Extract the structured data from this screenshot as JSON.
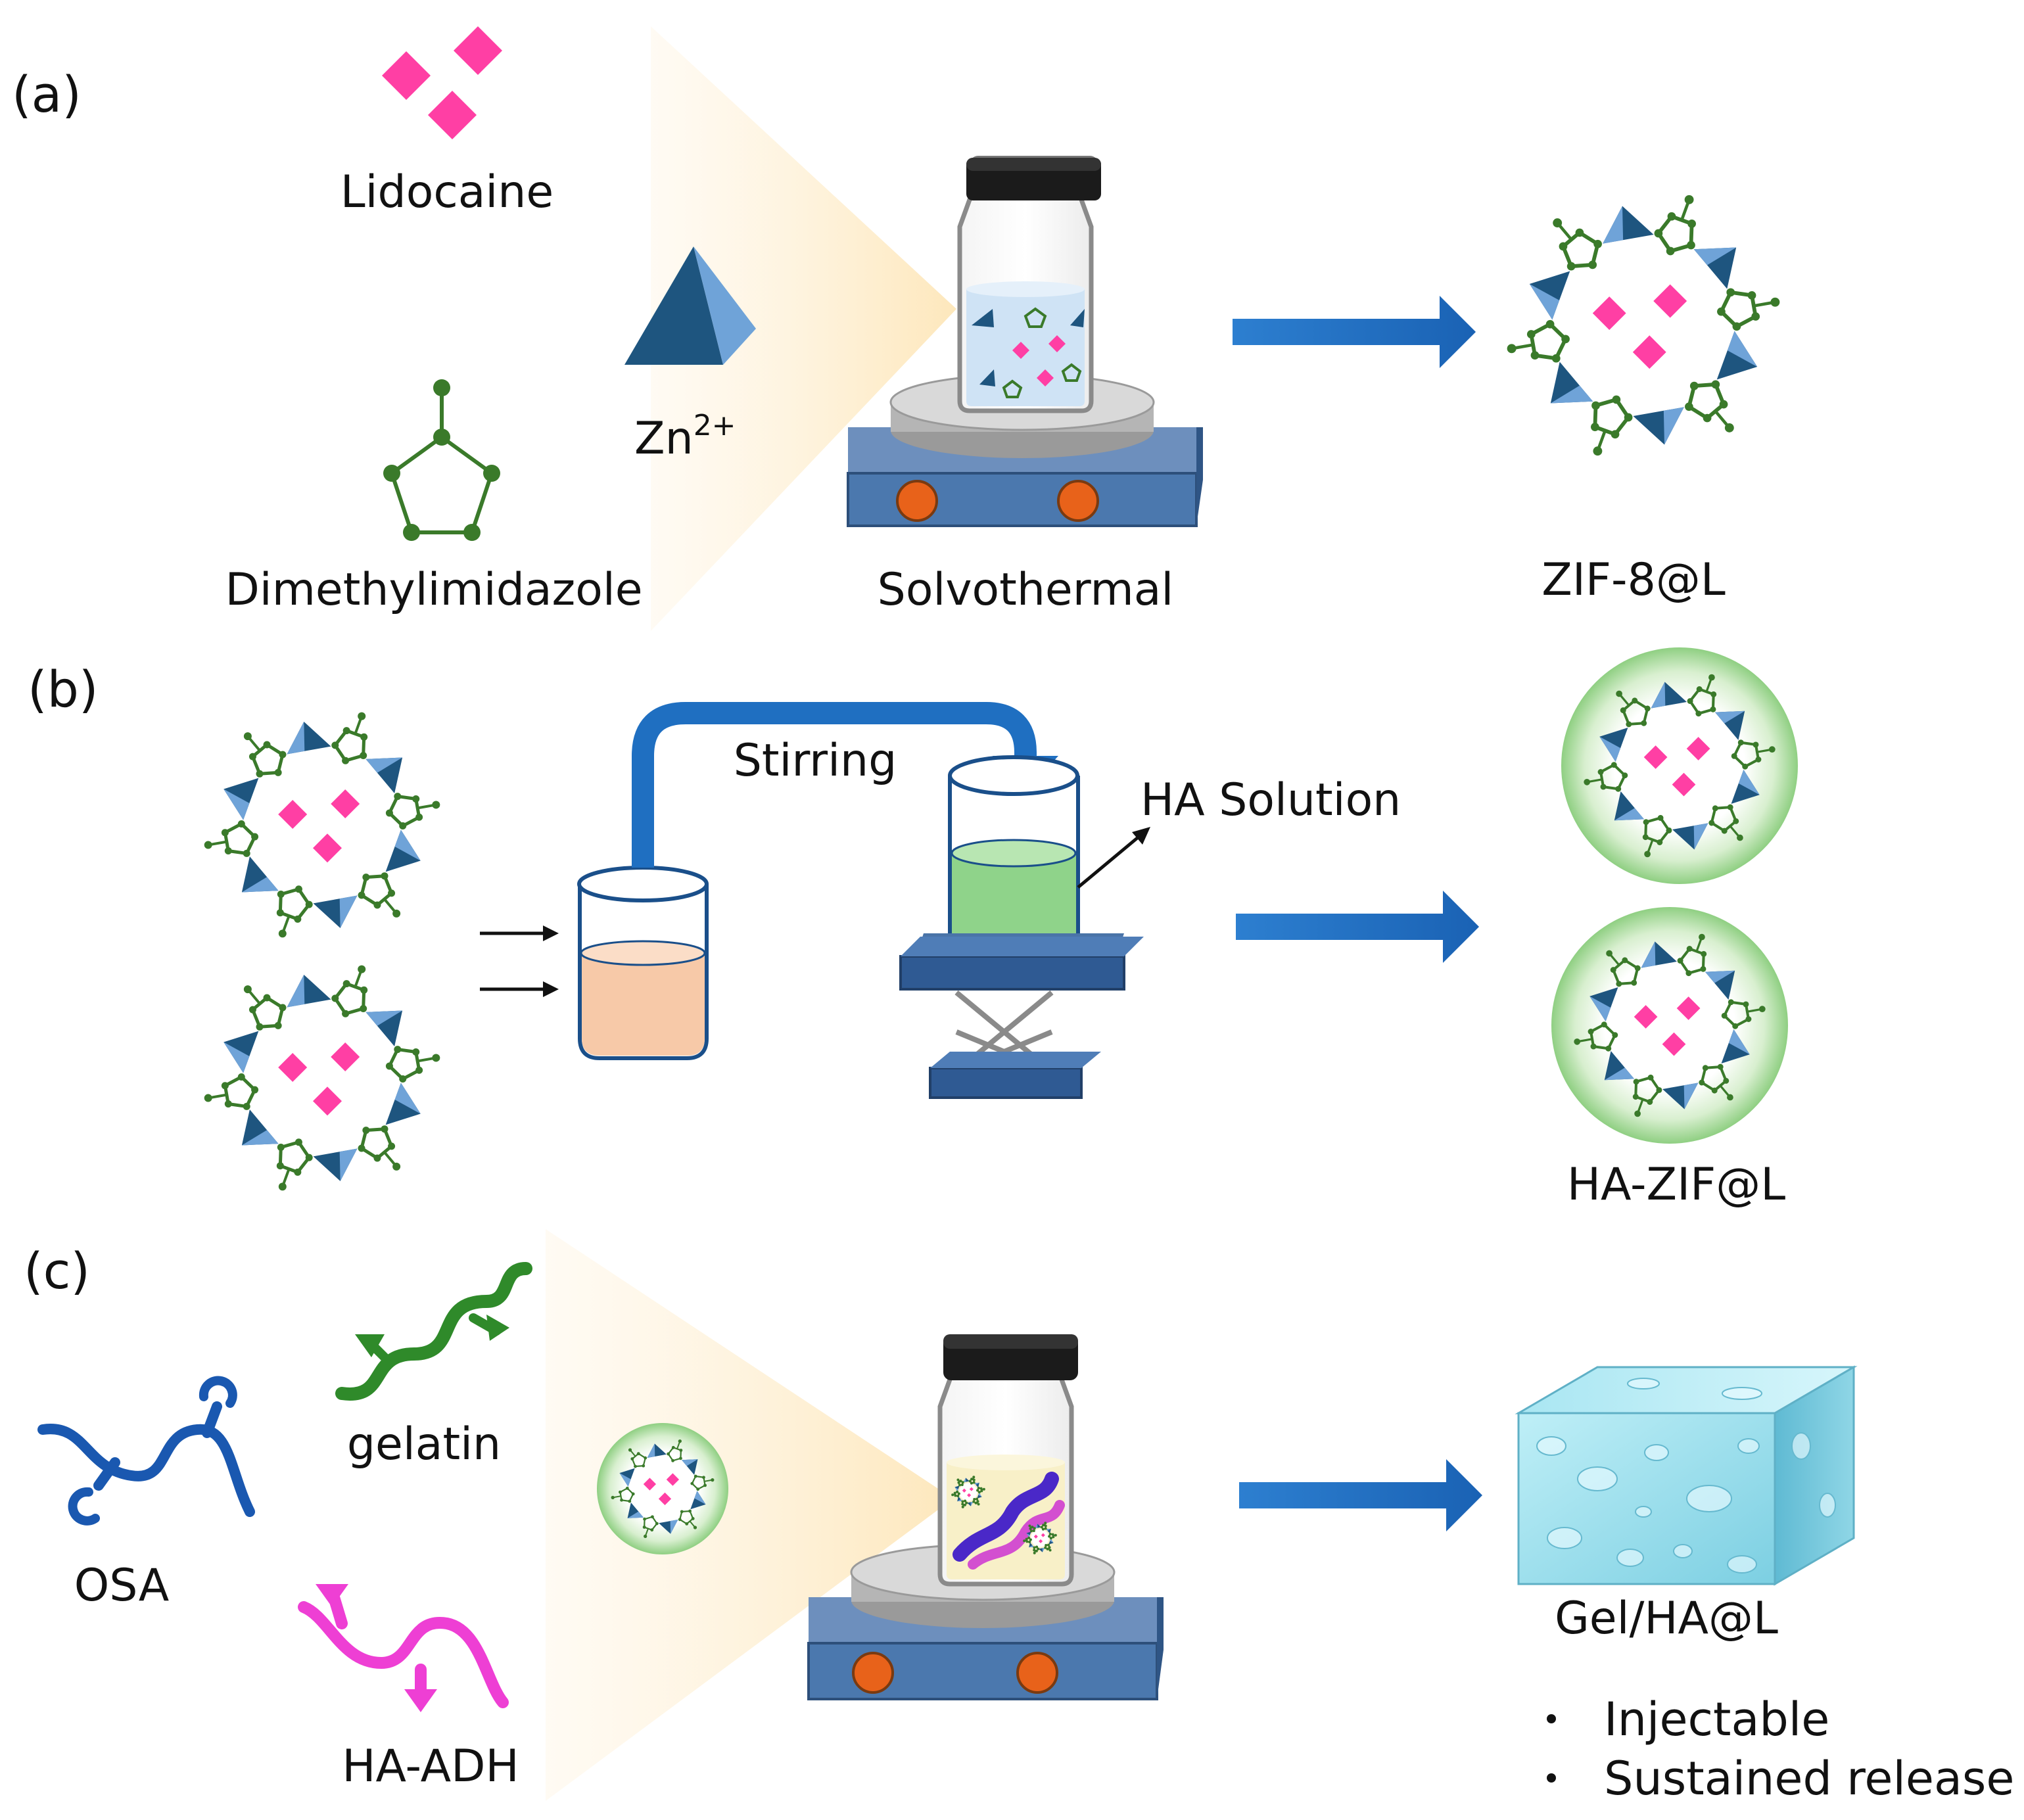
{
  "panels": {
    "a": {
      "label": "(a)",
      "lidocaine": "Lidocaine",
      "zn_base": "Zn",
      "zn_sup": "2+",
      "imidazole": "Dimethylimidazole",
      "process": "Solvothermal",
      "product": "ZIF-8@L"
    },
    "b": {
      "label": "(b)",
      "stirring": "Stirring",
      "solution": "HA Solution",
      "product": "HA-ZIF@L"
    },
    "c": {
      "label": "(c)",
      "gelatin": "gelatin",
      "osa": "OSA",
      "ha_adh": "HA-ADH",
      "product": "Gel/HA@L",
      "properties": [
        "Injectable",
        "Sustained release"
      ]
    }
  },
  "colors": {
    "lidocaine": "#ff3fa4",
    "zinc_dark": "#1e557f",
    "zinc_light": "#6fa3d8",
    "ligand": "#3a7a2a",
    "arrow": "#1f6fc1",
    "hotplate_body": "#4a74a8",
    "knob": "#e8621a",
    "ha_solution": "#8fd38a",
    "beaker_liquid": "#f7c9a8",
    "gel": "#7fd6e6",
    "osa": "#1a58b0",
    "gelatin": "#2f8a2a",
    "ha_adh": "#ee3fd4",
    "divider_start": "#c9dcf2",
    "divider_end": "#e8202a"
  }
}
